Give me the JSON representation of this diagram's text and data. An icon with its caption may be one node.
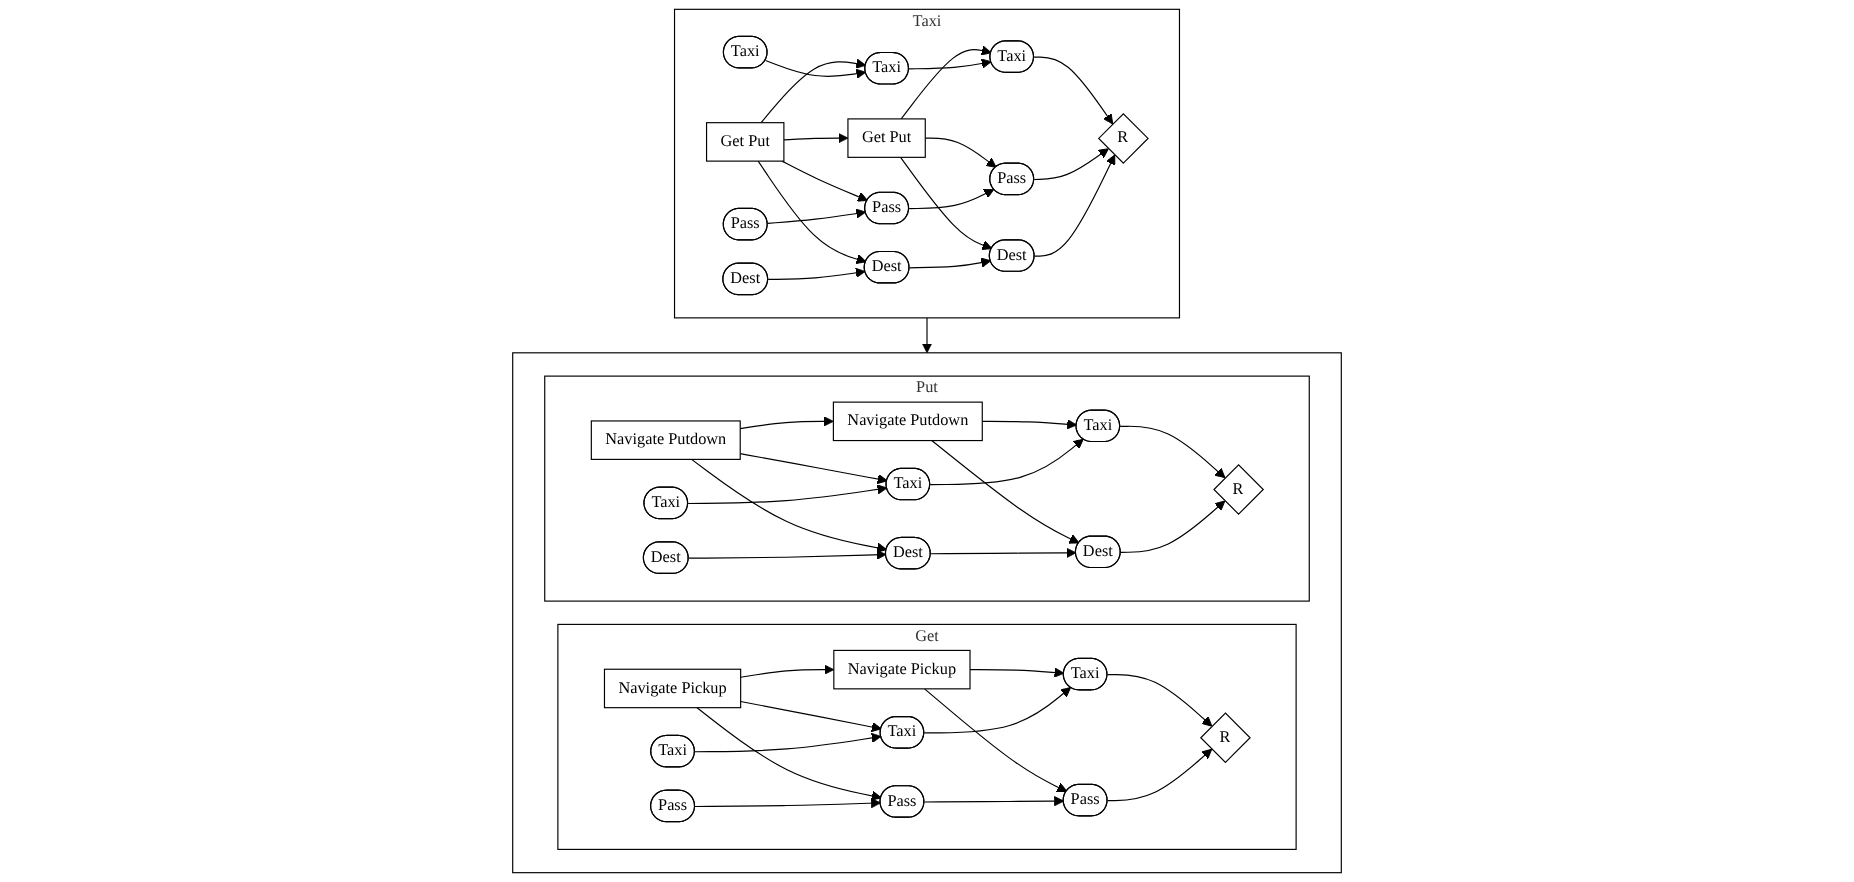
{
  "diagram": {
    "nodes": [
      {
        "text": [
          "Taxi"
        ]
      },
      {
        "text": [
          "Get Put"
        ],
        "in": 0
      },
      {
        "text": [
          "Get Put"
        ],
        "in": 0
      },
      {
        "text": [
          "Taxi"
        ],
        "in": 0
      },
      {
        "text": [
          "Pass"
        ],
        "in": 0
      },
      {
        "text": [
          "Dest"
        ],
        "in": 0
      },
      {
        "text": [
          "Taxi"
        ],
        "in": 0
      },
      {
        "text": [
          "Pass"
        ],
        "in": 0
      },
      {
        "text": [
          "Dest"
        ],
        "in": 0
      },
      {
        "text": [
          "Taxi"
        ],
        "in": 0
      },
      {
        "text": [
          "Pass"
        ],
        "in": 0
      },
      {
        "text": [
          "Dest"
        ],
        "in": 0
      },
      {
        "text": [
          "R"
        ],
        "in": 0
      },
      {
        "text": [],
        "shape": "box"
      },
      {
        "text": [
          "Get"
        ],
        "in": 13
      },
      {
        "text": [
          "Navigate Pickup"
        ],
        "in": 14
      },
      {
        "text": [
          "Navigate Pickup"
        ],
        "in": 14
      },
      {
        "text": [
          "R"
        ],
        "in": 14
      },
      {
        "text": [
          "Taxi"
        ],
        "in": 14
      },
      {
        "text": [
          "Pass"
        ],
        "in": 14
      },
      {
        "text": [
          "Taxi"
        ],
        "in": 14
      },
      {
        "text": [
          "Pass"
        ],
        "in": 14
      },
      {
        "text": [
          "Taxi"
        ],
        "in": 14
      },
      {
        "text": [
          "Pass"
        ],
        "in": 14
      },
      {
        "text": [
          "Put"
        ],
        "in": 13
      },
      {
        "text": [
          "Navigate Putdown"
        ],
        "in": 24
      },
      {
        "text": [
          "Navigate Putdown"
        ],
        "in": 24
      },
      {
        "text": [
          "R"
        ],
        "in": 24
      },
      {
        "text": [
          "Taxi"
        ],
        "in": 24
      },
      {
        "text": [
          "Dest"
        ],
        "in": 24
      },
      {
        "text": [
          "Taxi"
        ],
        "in": 24
      },
      {
        "text": [
          "Dest"
        ],
        "in": 24
      },
      {
        "text": [
          "Taxi"
        ],
        "in": 24
      },
      {
        "text": [
          "Dest"
        ],
        "in": 24
      }
    ],
    "edges": [
      {
        "from": 1,
        "to": 2,
        "arrow": "to"
      },
      {
        "from": 1,
        "to": 6,
        "arrow": "to"
      },
      {
        "from": 1,
        "to": 7,
        "arrow": "to"
      },
      {
        "from": 1,
        "to": 8,
        "arrow": "to"
      },
      {
        "from": 2,
        "to": 9,
        "arrow": "to"
      },
      {
        "from": 2,
        "to": 10,
        "arrow": "to"
      },
      {
        "from": 2,
        "to": 11,
        "arrow": "to"
      },
      {
        "from": 3,
        "to": 6,
        "arrow": "to"
      },
      {
        "from": 4,
        "to": 7,
        "arrow": "to"
      },
      {
        "from": 5,
        "to": 8,
        "arrow": "to"
      },
      {
        "from": 6,
        "to": 9,
        "arrow": "to"
      },
      {
        "from": 7,
        "to": 10,
        "arrow": "to"
      },
      {
        "from": 8,
        "to": 11,
        "arrow": "to"
      },
      {
        "from": 9,
        "to": 12,
        "arrow": "to"
      },
      {
        "from": 10,
        "to": 12,
        "arrow": "to"
      },
      {
        "from": 11,
        "to": 12,
        "arrow": "to"
      },
      {
        "from": 0,
        "to": 13,
        "arrow": "to"
      },
      {
        "from": 15,
        "to": 16,
        "arrow": "to"
      },
      {
        "from": 15,
        "to": 20,
        "arrow": "to"
      },
      {
        "from": 15,
        "to": 21,
        "arrow": "to"
      },
      {
        "from": 16,
        "to": 22,
        "arrow": "to"
      },
      {
        "from": 16,
        "to": 23,
        "arrow": "to"
      },
      {
        "from": 18,
        "to": 20,
        "arrow": "to"
      },
      {
        "from": 19,
        "to": 21,
        "arrow": "to"
      },
      {
        "from": 20,
        "to": 22,
        "arrow": "to"
      },
      {
        "from": 21,
        "to": 23,
        "arrow": "to"
      },
      {
        "from": 22,
        "to": 17,
        "arrow": "to"
      },
      {
        "from": 23,
        "to": 17,
        "arrow": "to"
      },
      {
        "from": 25,
        "to": 26,
        "arrow": "to"
      },
      {
        "from": 25,
        "to": 30,
        "arrow": "to"
      },
      {
        "from": 25,
        "to": 31,
        "arrow": "to"
      },
      {
        "from": 26,
        "to": 32,
        "arrow": "to"
      },
      {
        "from": 26,
        "to": 33,
        "arrow": "to"
      },
      {
        "from": 28,
        "to": 30,
        "arrow": "to"
      },
      {
        "from": 29,
        "to": 31,
        "arrow": "to"
      },
      {
        "from": 30,
        "to": 32,
        "arrow": "to"
      },
      {
        "from": 31,
        "to": 33,
        "arrow": "to"
      },
      {
        "from": 32,
        "to": 27,
        "arrow": "to"
      },
      {
        "from": 33,
        "to": 27,
        "arrow": "to"
      }
    ]
  }
}
